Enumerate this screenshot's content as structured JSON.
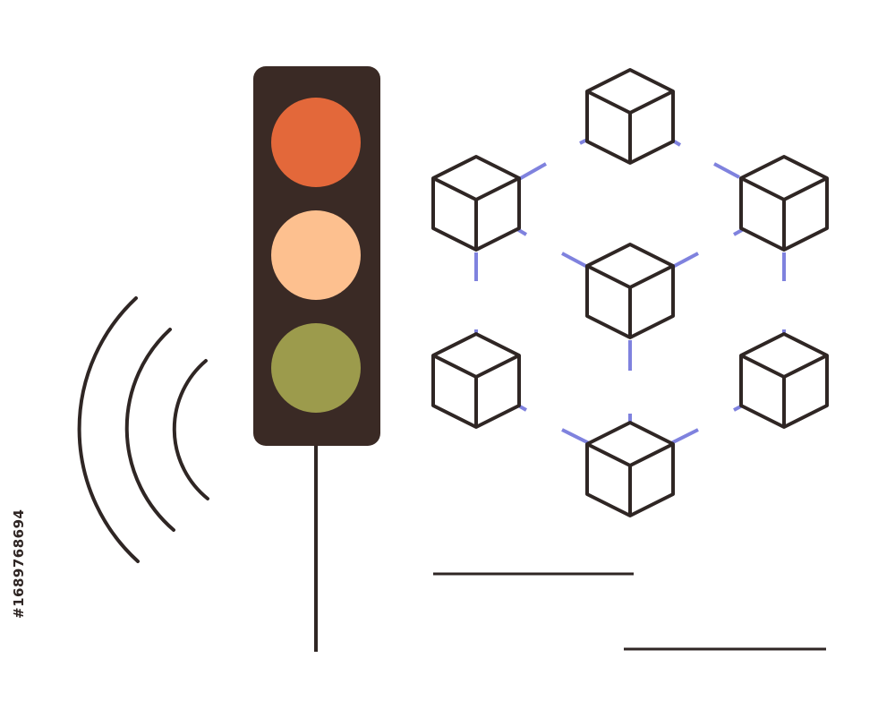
{
  "illustration": {
    "stock_id": "#1689768694",
    "traffic_light": {
      "lights": [
        {
          "name": "red",
          "color": "#e3683a"
        },
        {
          "name": "amber",
          "color": "#fdc08f"
        },
        {
          "name": "green",
          "color": "#9c9b4c"
        }
      ],
      "housing_color": "#3a2a25"
    },
    "colors": {
      "line_dark": "#2f2624",
      "network_link": "#7f82de"
    },
    "blockchain_nodes": 7
  }
}
